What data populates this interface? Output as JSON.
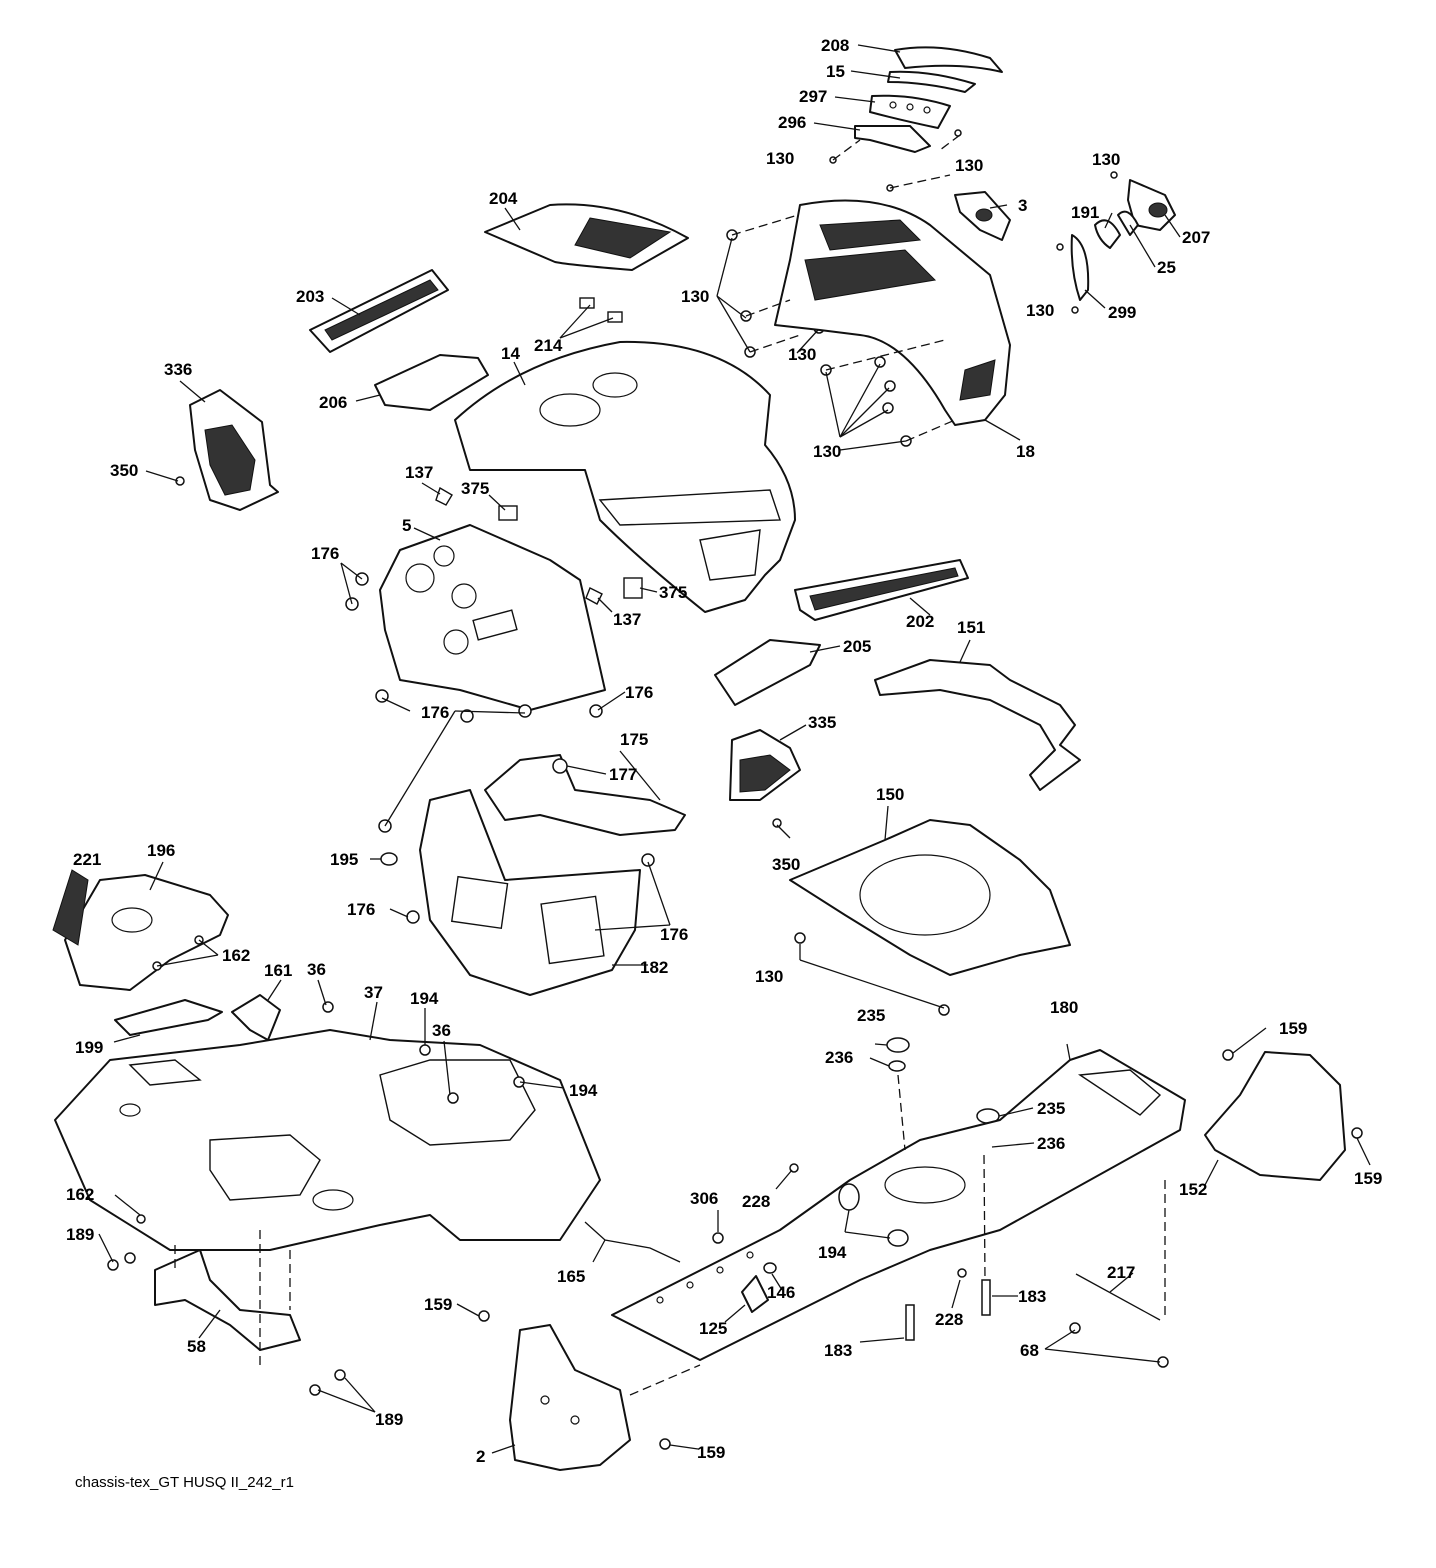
{
  "caption": "chassis-tex_GT HUSQ II_242_r1",
  "callouts": [
    "208",
    "15",
    "297",
    "296",
    "130",
    "130",
    "130",
    "3",
    "191",
    "207",
    "25",
    "130",
    "299",
    "204",
    "203",
    "214",
    "130",
    "130",
    "14",
    "206",
    "336",
    "350",
    "130",
    "18",
    "137",
    "375",
    "5",
    "176",
    "137",
    "375",
    "202",
    "205",
    "151",
    "176",
    "176",
    "175",
    "177",
    "335",
    "150",
    "350",
    "195",
    "176",
    "176",
    "182",
    "221",
    "196",
    "162",
    "161",
    "36",
    "37",
    "194",
    "36",
    "194",
    "199",
    "130",
    "235",
    "236",
    "180",
    "159",
    "235",
    "236",
    "159",
    "152",
    "162",
    "189",
    "306",
    "228",
    "194",
    "165",
    "146",
    "125",
    "228",
    "183",
    "217",
    "58",
    "159",
    "183",
    "68",
    "189",
    "2",
    "159"
  ]
}
